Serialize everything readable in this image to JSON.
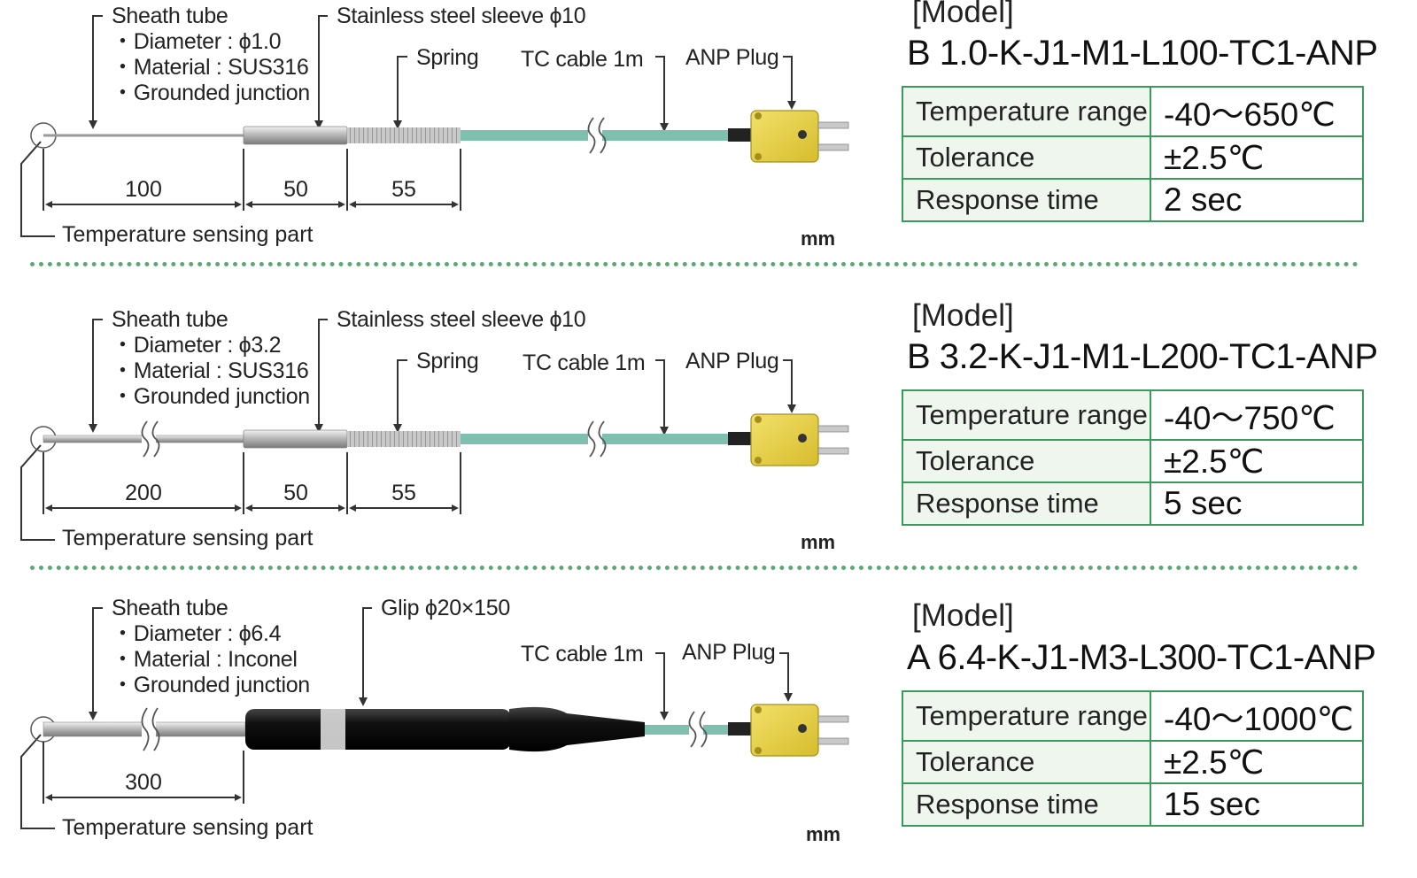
{
  "colors": {
    "accent_green": "#3a9a5c",
    "cable": "#7fbfb0",
    "plug": "#e8d24a"
  },
  "icons": [
    "sheath-tube",
    "sleeve",
    "spring",
    "tc-cable",
    "anp-plug",
    "break-mark",
    "grip"
  ],
  "sections": [
    {
      "callouts": {
        "sheath_title": "Sheath tube",
        "sheath_bullets": [
          "・Diameter : ϕ1.0",
          "・Material : SUS316",
          "・Grounded junction"
        ],
        "sleeve": "Stainless steel sleeve ϕ10",
        "spring": "Spring",
        "cable": "TC cable 1m",
        "plug": "ANP Plug"
      },
      "dims": [
        "100",
        "50",
        "55"
      ],
      "unit": "mm",
      "sensing": "Temperature sensing part",
      "model_head": "[Model]",
      "model_code": "B 1.0-K-J1-M1-L100-TC1-ANP",
      "specs": [
        {
          "label": "Temperature range",
          "value": "-40～650℃"
        },
        {
          "label": "Tolerance",
          "value": "±2.5℃"
        },
        {
          "label": "Response time",
          "value": "2 sec"
        }
      ]
    },
    {
      "callouts": {
        "sheath_title": "Sheath tube",
        "sheath_bullets": [
          "・Diameter : ϕ3.2",
          "・Material : SUS316",
          "・Grounded junction"
        ],
        "sleeve": "Stainless steel sleeve ϕ10",
        "spring": "Spring",
        "cable": "TC cable 1m",
        "plug": "ANP Plug"
      },
      "dims": [
        "200",
        "50",
        "55"
      ],
      "unit": "mm",
      "sensing": "Temperature sensing part",
      "model_head": "[Model]",
      "model_code": "B 3.2-K-J1-M1-L200-TC1-ANP",
      "specs": [
        {
          "label": "Temperature range",
          "value": "-40～750℃"
        },
        {
          "label": "Tolerance",
          "value": "±2.5℃"
        },
        {
          "label": "Response time",
          "value": "5 sec"
        }
      ]
    },
    {
      "callouts": {
        "sheath_title": "Sheath tube",
        "sheath_bullets": [
          "・Diameter : ϕ6.4",
          "・Material : Inconel",
          "・Grounded junction"
        ],
        "grip": "Glip ϕ20×150",
        "cable": "TC cable 1m",
        "plug": "ANP Plug"
      },
      "dims": [
        "300"
      ],
      "unit": "mm",
      "sensing": "Temperature sensing part",
      "model_head": "[Model]",
      "model_code": "A 6.4-K-J1-M3-L300-TC1-ANP",
      "specs": [
        {
          "label": "Temperature range",
          "value": "-40～1000℃"
        },
        {
          "label": "Tolerance",
          "value": "±2.5℃"
        },
        {
          "label": "Response time",
          "value": "15 sec"
        }
      ]
    }
  ]
}
